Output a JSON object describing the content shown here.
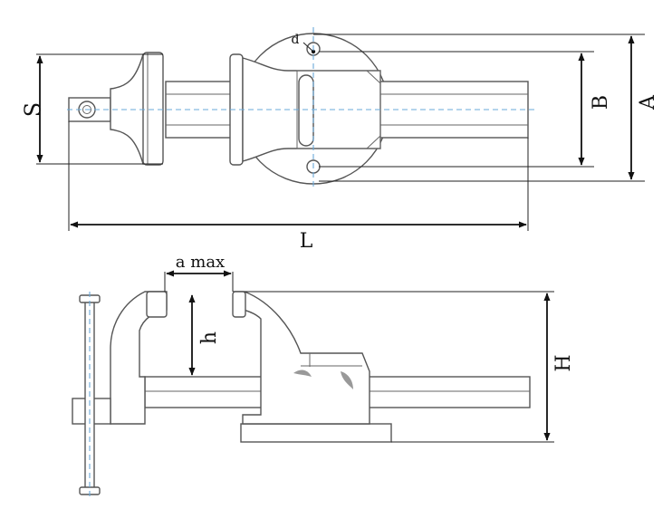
{
  "diagram": {
    "labels": {
      "S": "S",
      "L": "L",
      "B": "B",
      "A": "A",
      "d": "d",
      "a_max": "a max",
      "h": "h",
      "H": "H"
    },
    "colors": {
      "outline": "#555555",
      "dimension": "#111111",
      "centerline": "#6aa8d8"
    }
  }
}
